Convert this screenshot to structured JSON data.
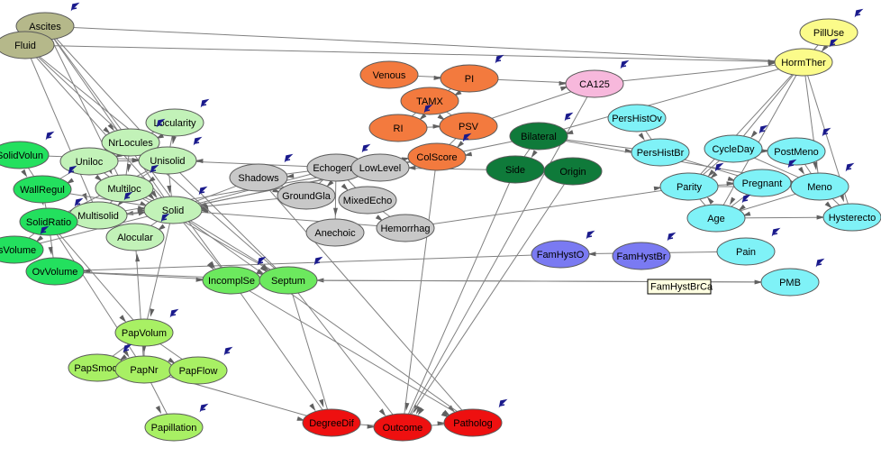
{
  "colors": {
    "olive": "#b5b88a",
    "orange": "#f37a3e",
    "pink": "#f7b8dc",
    "yellow": "#fbfb8a",
    "darkgreen": "#0f7a3a",
    "cyan": "#7ff2f7",
    "gray": "#c8c8c8",
    "lightgreen": "#c2f2b8",
    "green": "#23e05e",
    "midgreen": "#6ce95e",
    "palegreen": "#a8f064",
    "periwinkle": "#7a7af2",
    "red": "#ee1010"
  },
  "nodes": [
    {
      "id": "Ascites",
      "label": "Ascites",
      "color": "olive",
      "marker": true
    },
    {
      "id": "Fluid",
      "label": "Fluid",
      "color": "olive",
      "marker": false
    },
    {
      "id": "Venous",
      "label": "Venous",
      "color": "orange",
      "marker": false
    },
    {
      "id": "PI",
      "label": "PI",
      "color": "orange",
      "marker": true
    },
    {
      "id": "TAMX",
      "label": "TAMX",
      "color": "orange",
      "marker": false
    },
    {
      "id": "RI",
      "label": "RI",
      "color": "orange",
      "marker": true
    },
    {
      "id": "PSV",
      "label": "PSV",
      "color": "orange",
      "marker": false
    },
    {
      "id": "ColScore",
      "label": "ColScore",
      "color": "orange",
      "marker": true
    },
    {
      "id": "CA125",
      "label": "CA125",
      "color": "pink",
      "marker": true
    },
    {
      "id": "PillUse",
      "label": "PillUse",
      "color": "yellow",
      "marker": true
    },
    {
      "id": "HormTher",
      "label": "HormTher",
      "color": "yellow",
      "marker": true
    },
    {
      "id": "Bilateral",
      "label": "Bilateral",
      "color": "darkgreen",
      "marker": true
    },
    {
      "id": "Side",
      "label": "Side",
      "color": "darkgreen",
      "marker": false
    },
    {
      "id": "Origin",
      "label": "Origin",
      "color": "darkgreen",
      "marker": false
    },
    {
      "id": "PersHistOv",
      "label": "PersHistOv",
      "color": "cyan",
      "marker": false
    },
    {
      "id": "PersHistBr",
      "label": "PersHistBr",
      "color": "cyan",
      "marker": false
    },
    {
      "id": "CycleDay",
      "label": "CycleDay",
      "color": "cyan",
      "marker": true
    },
    {
      "id": "PostMeno",
      "label": "PostMeno",
      "color": "cyan",
      "marker": true
    },
    {
      "id": "Parity",
      "label": "Parity",
      "color": "cyan",
      "marker": true
    },
    {
      "id": "Pregnant",
      "label": "Pregnant",
      "color": "cyan",
      "marker": true
    },
    {
      "id": "Meno",
      "label": "Meno",
      "color": "cyan",
      "marker": true
    },
    {
      "id": "Age",
      "label": "Age",
      "color": "cyan",
      "marker": true
    },
    {
      "id": "Hysterecto",
      "label": "Hysterecto",
      "color": "cyan",
      "marker": false
    },
    {
      "id": "Pain",
      "label": "Pain",
      "color": "cyan",
      "marker": true
    },
    {
      "id": "PMB",
      "label": "PMB",
      "color": "cyan",
      "marker": true
    },
    {
      "id": "FamHystO",
      "label": "FamHystO",
      "color": "periwinkle",
      "marker": true
    },
    {
      "id": "FamHystBr",
      "label": "FamHystBr",
      "color": "periwinkle",
      "marker": true
    },
    {
      "id": "Echogenic",
      "label": "Echogenic",
      "color": "gray",
      "marker": true
    },
    {
      "id": "Shadows",
      "label": "Shadows",
      "color": "gray",
      "marker": true
    },
    {
      "id": "LowLevel",
      "label": "LowLevel",
      "color": "gray",
      "marker": false
    },
    {
      "id": "GroundGla",
      "label": "GroundGla",
      "color": "gray",
      "marker": false
    },
    {
      "id": "MixedEcho",
      "label": "MixedEcho",
      "color": "gray",
      "marker": false
    },
    {
      "id": "Anechoic",
      "label": "Anechoic",
      "color": "gray",
      "marker": false
    },
    {
      "id": "Hemorrhag",
      "label": "Hemorrhag",
      "color": "gray",
      "marker": false
    },
    {
      "id": "Locularity",
      "label": "Locularity",
      "color": "lightgreen",
      "marker": true
    },
    {
      "id": "NrLocules",
      "label": "NrLocules",
      "color": "lightgreen",
      "marker": true
    },
    {
      "id": "Uniloc",
      "label": "Uniloc",
      "color": "lightgreen",
      "marker": false
    },
    {
      "id": "Unisolid",
      "label": "Unisolid",
      "color": "lightgreen",
      "marker": true
    },
    {
      "id": "Multiloc",
      "label": "Multiloc",
      "color": "lightgreen",
      "marker": true
    },
    {
      "id": "Multisolid",
      "label": "Multisolid",
      "color": "lightgreen",
      "marker": true
    },
    {
      "id": "Solid",
      "label": "Solid",
      "color": "lightgreen",
      "marker": true
    },
    {
      "id": "Alocular",
      "label": "Alocular",
      "color": "lightgreen",
      "marker": true
    },
    {
      "id": "SolidVolu",
      "label": "SolidVolun",
      "color": "green",
      "marker": true
    },
    {
      "id": "WallRegul",
      "label": "WallRegul",
      "color": "green",
      "marker": true
    },
    {
      "id": "SolidRatio",
      "label": "SolidRatio",
      "color": "green",
      "marker": true
    },
    {
      "id": "esVolume",
      "label": "esVolume",
      "color": "green",
      "marker": true
    },
    {
      "id": "OvVolume",
      "label": "OvVolume",
      "color": "green",
      "marker": false
    },
    {
      "id": "IncomplSe",
      "label": "IncomplSe",
      "color": "midgreen",
      "marker": true
    },
    {
      "id": "Septum",
      "label": "Septum",
      "color": "midgreen",
      "marker": true
    },
    {
      "id": "PapVolume",
      "label": "PapVolum",
      "color": "palegreen",
      "marker": true
    },
    {
      "id": "PapSmooth",
      "label": "PapSmoot",
      "color": "palegreen",
      "marker": true
    },
    {
      "id": "PapNr",
      "label": "PapNr",
      "color": "palegreen",
      "marker": false
    },
    {
      "id": "PapFlow",
      "label": "PapFlow",
      "color": "palegreen",
      "marker": true
    },
    {
      "id": "Papillation",
      "label": "Papillation",
      "color": "palegreen",
      "marker": true
    },
    {
      "id": "DegreeDif",
      "label": "DegreeDif",
      "color": "red",
      "marker": false
    },
    {
      "id": "Outcome",
      "label": "Outcome",
      "color": "red",
      "marker": false
    },
    {
      "id": "Patholog",
      "label": "Patholog",
      "color": "red",
      "marker": true
    }
  ],
  "edges": [
    [
      "Ascites",
      "Fluid"
    ],
    [
      "Ascites",
      "HormTher"
    ],
    [
      "Ascites",
      "NrLocules"
    ],
    [
      "Ascites",
      "Unisolid"
    ],
    [
      "Ascites",
      "Multiloc"
    ],
    [
      "Ascites",
      "Solid"
    ],
    [
      "Fluid",
      "HormTher"
    ],
    [
      "Fluid",
      "Unisolid"
    ],
    [
      "Fluid",
      "Solid"
    ],
    [
      "Fluid",
      "Multisolid"
    ],
    [
      "Venous",
      "PI"
    ],
    [
      "PI",
      "TAMX"
    ],
    [
      "PI",
      "CA125"
    ],
    [
      "TAMX",
      "RI"
    ],
    [
      "TAMX",
      "PSV"
    ],
    [
      "RI",
      "PSV"
    ],
    [
      "PSV",
      "ColScore"
    ],
    [
      "PSV",
      "CA125"
    ],
    [
      "CA125",
      "HormTher"
    ],
    [
      "CA125",
      "Outcome"
    ],
    [
      "PillUse",
      "HormTher"
    ],
    [
      "HormTher",
      "Parity"
    ],
    [
      "HormTher",
      "CycleDay"
    ],
    [
      "HormTher",
      "Meno"
    ],
    [
      "HormTher",
      "Age"
    ],
    [
      "HormTher",
      "Bilateral"
    ],
    [
      "HormTher",
      "Hysterecto"
    ],
    [
      "Bilateral",
      "Side"
    ],
    [
      "Bilateral",
      "PersHistBr"
    ],
    [
      "Bilateral",
      "ColScore"
    ],
    [
      "Bilateral",
      "Meno"
    ],
    [
      "Side",
      "Origin"
    ],
    [
      "Side",
      "Outcome"
    ],
    [
      "Origin",
      "Outcome"
    ],
    [
      "Origin",
      "LowLevel"
    ],
    [
      "PersHistOv",
      "PersHistBr"
    ],
    [
      "PersHistBr",
      "Pregnant"
    ],
    [
      "CycleDay",
      "PostMeno"
    ],
    [
      "CycleDay",
      "Meno"
    ],
    [
      "CycleDay",
      "Parity"
    ],
    [
      "PostMeno",
      "Meno"
    ],
    [
      "Parity",
      "Pregnant"
    ],
    [
      "Parity",
      "Meno"
    ],
    [
      "Pregnant",
      "Meno"
    ],
    [
      "Pregnant",
      "Age"
    ],
    [
      "Meno",
      "Age"
    ],
    [
      "Meno",
      "Hysterecto"
    ],
    [
      "Age",
      "Hysterecto"
    ],
    [
      "Age",
      "Parity"
    ],
    [
      "Pain",
      "FamHystO"
    ],
    [
      "PMB",
      "Septum"
    ],
    [
      "FamHystO",
      "OvVolume"
    ],
    [
      "Echogenic",
      "LowLevel"
    ],
    [
      "Echogenic",
      "GroundGla"
    ],
    [
      "Echogenic",
      "MixedEcho"
    ],
    [
      "Echogenic",
      "Anechoic"
    ],
    [
      "Echogenic",
      "Shadows"
    ],
    [
      "Echogenic",
      "Unisolid"
    ],
    [
      "Echogenic",
      "Solid"
    ],
    [
      "Shadows",
      "GroundGla"
    ],
    [
      "Shadows",
      "Solid"
    ],
    [
      "LowLevel",
      "ColScore"
    ],
    [
      "LowLevel",
      "Solid"
    ],
    [
      "GroundGla",
      "Solid"
    ],
    [
      "MixedEcho",
      "Hemorrhag"
    ],
    [
      "Hemorrhag",
      "Parity"
    ],
    [
      "Hemorrhag",
      "Solid"
    ],
    [
      "Shadows",
      "Patholog"
    ],
    [
      "ColScore",
      "Solid"
    ],
    [
      "ColScore",
      "Outcome"
    ],
    [
      "ColScore",
      "Multisolid"
    ],
    [
      "Locularity",
      "NrLocules"
    ],
    [
      "Locularity",
      "Unisolid"
    ],
    [
      "NrLocules",
      "Uniloc"
    ],
    [
      "NrLocules",
      "Multiloc"
    ],
    [
      "NrLocules",
      "Septum"
    ],
    [
      "NrLocules",
      "IncomplSe"
    ],
    [
      "Uniloc",
      "Unisolid"
    ],
    [
      "Uniloc",
      "Multiloc"
    ],
    [
      "Uniloc",
      "WallRegul"
    ],
    [
      "Unisolid",
      "Multiloc"
    ],
    [
      "Unisolid",
      "Solid"
    ],
    [
      "Unisolid",
      "SolidRatio"
    ],
    [
      "Multiloc",
      "Multisolid"
    ],
    [
      "Multiloc",
      "Solid"
    ],
    [
      "Multisolid",
      "Solid"
    ],
    [
      "Multisolid",
      "SolidRatio"
    ],
    [
      "Solid",
      "Alocular"
    ],
    [
      "Solid",
      "SolidRatio"
    ],
    [
      "Solid",
      "PapVolume"
    ],
    [
      "Solid",
      "IncomplSe"
    ],
    [
      "Solid",
      "Septum"
    ],
    [
      "Solid",
      "Patholog"
    ],
    [
      "SolidVolu",
      "WallRegul"
    ],
    [
      "WallRegul",
      "SolidRatio"
    ],
    [
      "SolidRatio",
      "esVolume"
    ],
    [
      "SolidRatio",
      "OvVolume"
    ],
    [
      "SolidRatio",
      "PapVolume"
    ],
    [
      "SolidRatio",
      "PapNr"
    ],
    [
      "SolidRatio",
      "Multisolid"
    ],
    [
      "WallRegul",
      "Solid"
    ],
    [
      "SolidVolu",
      "Unisolid"
    ],
    [
      "OvVolume",
      "IncomplSe"
    ],
    [
      "OvVolume",
      "Septum"
    ],
    [
      "esVolume",
      "Solid"
    ],
    [
      "IncomplSe",
      "Septum"
    ],
    [
      "IncomplSe",
      "DegreeDif"
    ],
    [
      "IncomplSe",
      "Patholog"
    ],
    [
      "Septum",
      "DegreeDif"
    ],
    [
      "Septum",
      "PMB"
    ],
    [
      "Septum",
      "Outcome"
    ],
    [
      "PapVolume",
      "PapNr"
    ],
    [
      "PapSmooth",
      "PapNr"
    ],
    [
      "PapNr",
      "PapFlow"
    ],
    [
      "PapNr",
      "Papillation"
    ],
    [
      "PapNr",
      "DegreeDif"
    ],
    [
      "PapVolume",
      "PapFlow"
    ],
    [
      "PapVolume",
      "PapSmooth"
    ],
    [
      "PapNr",
      "Alocular"
    ],
    [
      "DegreeDif",
      "Outcome"
    ],
    [
      "Outcome",
      "Patholog"
    ],
    [
      "Multiloc",
      "Septum"
    ],
    [
      "Unisolid",
      "Septum"
    ],
    [
      "Fluid",
      "NrLocules"
    ]
  ],
  "tooltip": "FamHystBrCa"
}
